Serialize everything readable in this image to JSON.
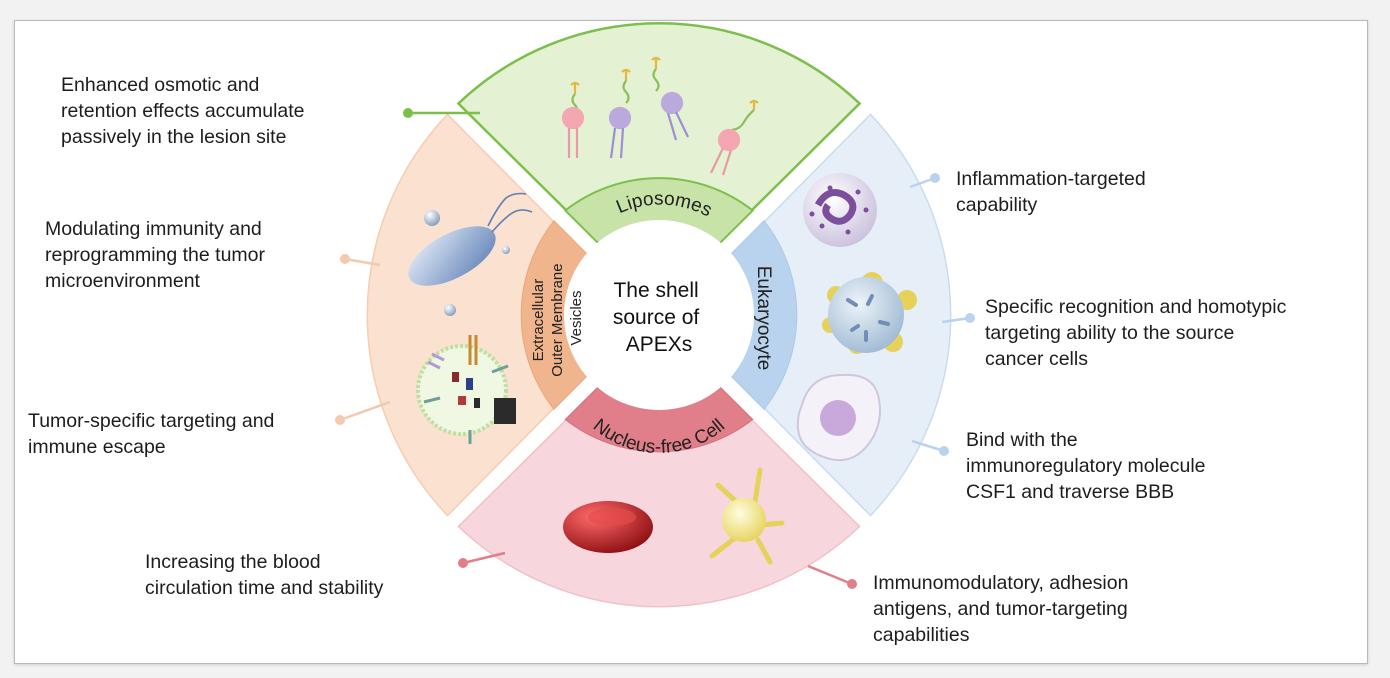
{
  "center": {
    "lines": [
      "The shell",
      "source of",
      "APEXs"
    ]
  },
  "segments": {
    "liposomes": {
      "label": "Liposomes",
      "color": "#7cbf4d"
    },
    "eukaryocyte": {
      "label": "Eukaryocyte",
      "color": "#a9c9e8"
    },
    "nucleus_free": {
      "label": "Nucleus-free Cell",
      "color": "#e07f8a"
    },
    "vesicles": {
      "label_lines": [
        "Extracellular",
        "Outer Membrane",
        "Vesicles"
      ],
      "color": "#f0b58c"
    }
  },
  "annotations": {
    "liposomes": {
      "lines": [
        "Enhanced osmotic and",
        "retention effects accumulate",
        "passively in the lesion site"
      ]
    },
    "immunity": {
      "lines": [
        "Modulating immunity and",
        "reprogramming the tumor",
        "microenvironment"
      ]
    },
    "tumor_escape": {
      "lines": [
        "Tumor-specific targeting and",
        "immune escape"
      ]
    },
    "blood": {
      "lines": [
        "Increasing the blood",
        "circulation time and stability"
      ]
    },
    "immunomodulatory": {
      "lines": [
        "Immunomodulatory, adhesion",
        "antigens, and tumor-targeting",
        "capabilities"
      ]
    },
    "inflammation": {
      "lines": [
        "Inflammation-targeted",
        "capability"
      ]
    },
    "recognition": {
      "lines": [
        "Specific recognition and homotypic",
        "targeting ability to the source",
        "cancer cells"
      ]
    },
    "bbb": {
      "lines": [
        "Bind with the",
        "immunoregulatory molecule",
        "CSF1 and traverse BBB"
      ]
    }
  }
}
